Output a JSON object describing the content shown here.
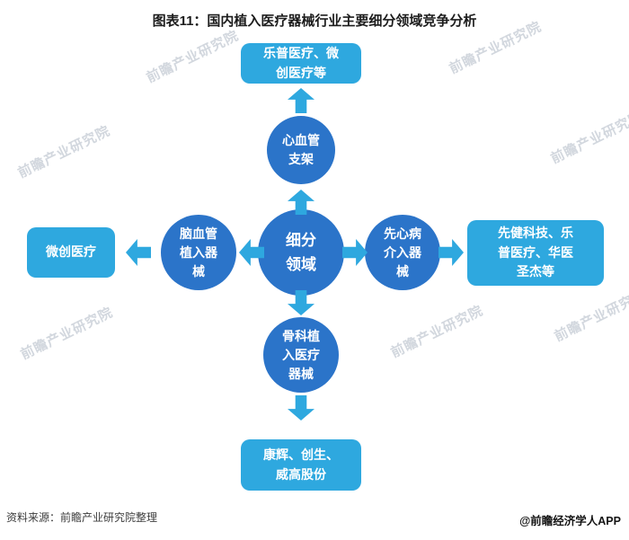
{
  "title": "图表11：国内植入医疗器械行业主要细分领域竞争分析",
  "diagram": {
    "center_label": "细分领域",
    "top": {
      "node": "心血管支架",
      "leaf": "乐普医疗、微创医疗等"
    },
    "left": {
      "node": "脑血管植入器械",
      "leaf": "微创医疗"
    },
    "right": {
      "node": "先心病介入器械",
      "leaf": "先健科技、乐普医疗、华医圣杰等"
    },
    "bottom": {
      "node": "骨科植入医疗器械",
      "leaf": "康辉、创生、威高股份"
    }
  },
  "watermark": {
    "text": "前瞻产业研究院"
  },
  "footer": {
    "source": "资料来源：前瞻产业研究院整理",
    "credit": "@前瞻经济学人APP"
  },
  "colors": {
    "node_blue": "#2B74C9",
    "leaf_blue": "#2EA8DF",
    "arrow_blue": "#2EA8DF"
  }
}
